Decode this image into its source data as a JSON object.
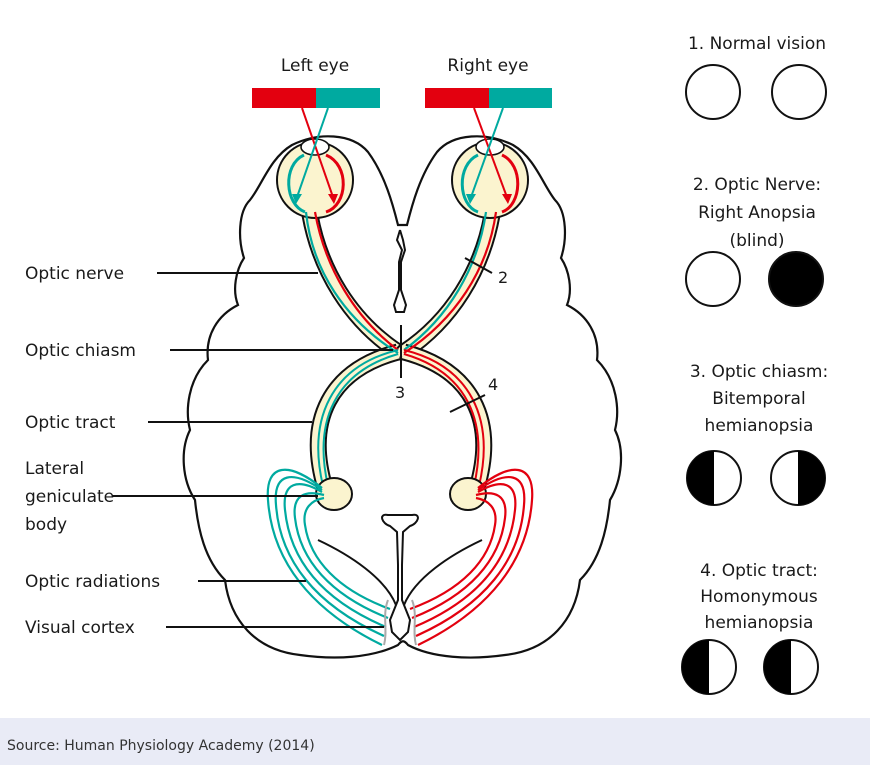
{
  "eye_labels": {
    "left": "Left eye",
    "right": "Right eye"
  },
  "anatomy_labels": {
    "optic_nerve": "Optic nerve",
    "optic_chiasm": "Optic chiasm",
    "optic_tract": "Optic tract",
    "lgb_line1": "Lateral",
    "lgb_line2": "geniculate",
    "lgb_line3": "body",
    "optic_radiations": "Optic radiations",
    "visual_cortex": "Visual cortex"
  },
  "lesion_markers": {
    "m2": "2",
    "m3": "3",
    "m4": "4"
  },
  "legend": {
    "normal": {
      "line1": "1. Normal vision"
    },
    "optic_nerve": {
      "line1": "2. Optic Nerve:",
      "line2": "Right Anopsia",
      "line3": "(blind)"
    },
    "chiasm": {
      "line1": "3. Optic chiasm:",
      "line2": "Bitemporal",
      "line3": "hemianopsia"
    },
    "tract": {
      "line1": "4. Optic tract:",
      "line2": "Homonymous",
      "line3": "hemianopsia"
    }
  },
  "source": "Source: Human Physiology Academy (2014)",
  "colors": {
    "red_pathway": "#e3000f",
    "teal_pathway": "#00aaa0",
    "tissue_fill": "#fbf4cf",
    "background": "#e9ebf6",
    "panel": "#ffffff"
  }
}
